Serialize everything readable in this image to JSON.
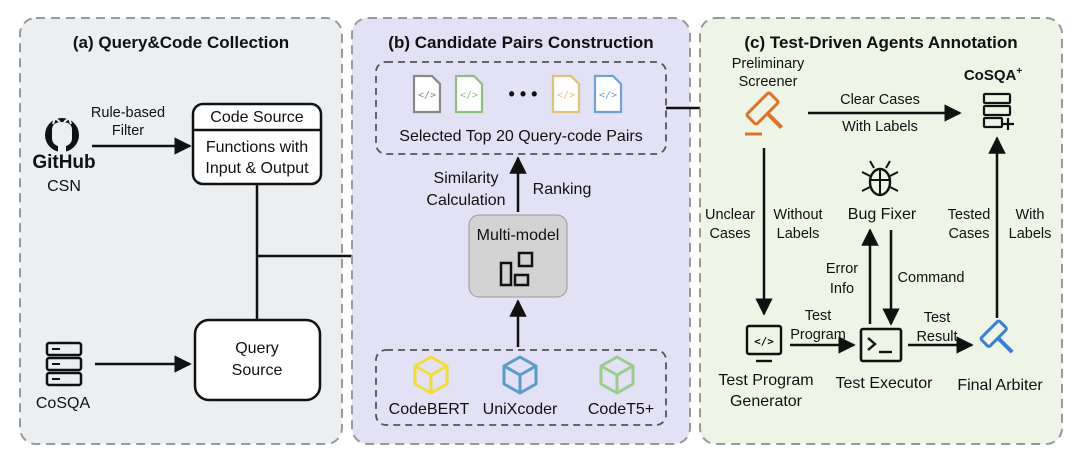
{
  "panels": {
    "a": {
      "title": "(a) Query&Code Collection",
      "color": "#eceff2"
    },
    "b": {
      "title": "(b) Candidate Pairs Construction",
      "color": "#e3e1f5"
    },
    "c": {
      "title": "(c) Test-Driven Agents Annotation",
      "color": "#eef4e6"
    }
  },
  "panel_a": {
    "github_logo": "GitHub",
    "github_label": "CSN",
    "rule_filter_line1": "Rule-based",
    "rule_filter_line2": "Filter",
    "code_source_title": "Code Source",
    "code_source_line1": "Functions with",
    "code_source_line2": "Input & Output",
    "cosqa_label": "CoSQA",
    "query_source_line1": "Query",
    "query_source_line2": "Source"
  },
  "panel_b": {
    "selected_pairs": "Selected Top 20 Query-code Pairs",
    "ellipsis": "• • •",
    "similarity_line1": "Similarity",
    "similarity_line2": "Calculation",
    "ranking": "Ranking",
    "multi_model": "Multi-model",
    "models": [
      "CodeBERT",
      "UniXcoder",
      "CodeT5+"
    ],
    "model_colors": [
      "#f2dc3a",
      "#5b9bc8",
      "#9ccc90"
    ],
    "file_icon_colors": [
      "#888888",
      "#8fbf7f",
      "#e0c27a",
      "#6fa3d8"
    ]
  },
  "panel_c": {
    "screener_line1": "Preliminary",
    "screener_line2": "Screener",
    "clear_line1": "Clear Cases",
    "clear_line2": "With Labels",
    "cosqa_plus": "CoSQA",
    "cosqa_plus_sup": "+",
    "bug_fixer": "Bug Fixer",
    "unclear_line1": "Unclear",
    "unclear_line2": "Cases",
    "without_line1": "Without",
    "without_line2": "Labels",
    "tested_line1": "Tested",
    "tested_line2": "Cases",
    "with_line1": "With",
    "with_line2": "Labels",
    "error_line1": "Error",
    "error_line2": "Info",
    "command": "Command",
    "test_program_line1": "Test",
    "test_program_line2": "Program",
    "test_result_line1": "Test",
    "test_result_line2": "Result",
    "test_generator_line1": "Test Program",
    "test_generator_line2": "Generator",
    "test_executor": "Test Executor",
    "final_arbiter": "Final Arbiter",
    "hammer_color": "#d9752a",
    "arbiter_color": "#3b7fd0"
  }
}
